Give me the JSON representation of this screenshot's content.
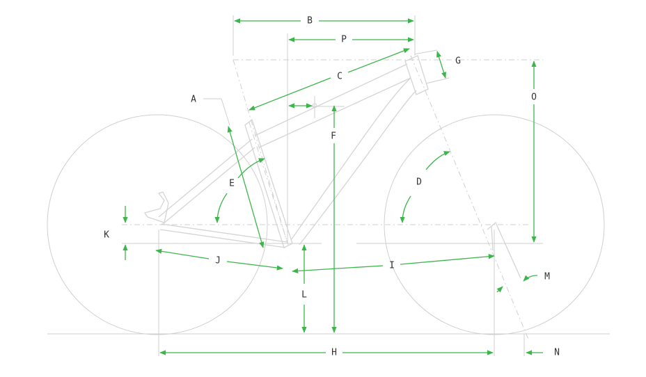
{
  "labels": {
    "A": "A",
    "B": "B",
    "C": "C",
    "D": "D",
    "E": "E",
    "F": "F",
    "G": "G",
    "H": "H",
    "I": "I",
    "J": "J",
    "K": "K",
    "L": "L",
    "M": "M",
    "N": "N",
    "O": "O",
    "P": "P"
  },
  "colors": {
    "dimension": "#3cb54a",
    "frame": "#d4d4d4",
    "text": "#333333"
  }
}
